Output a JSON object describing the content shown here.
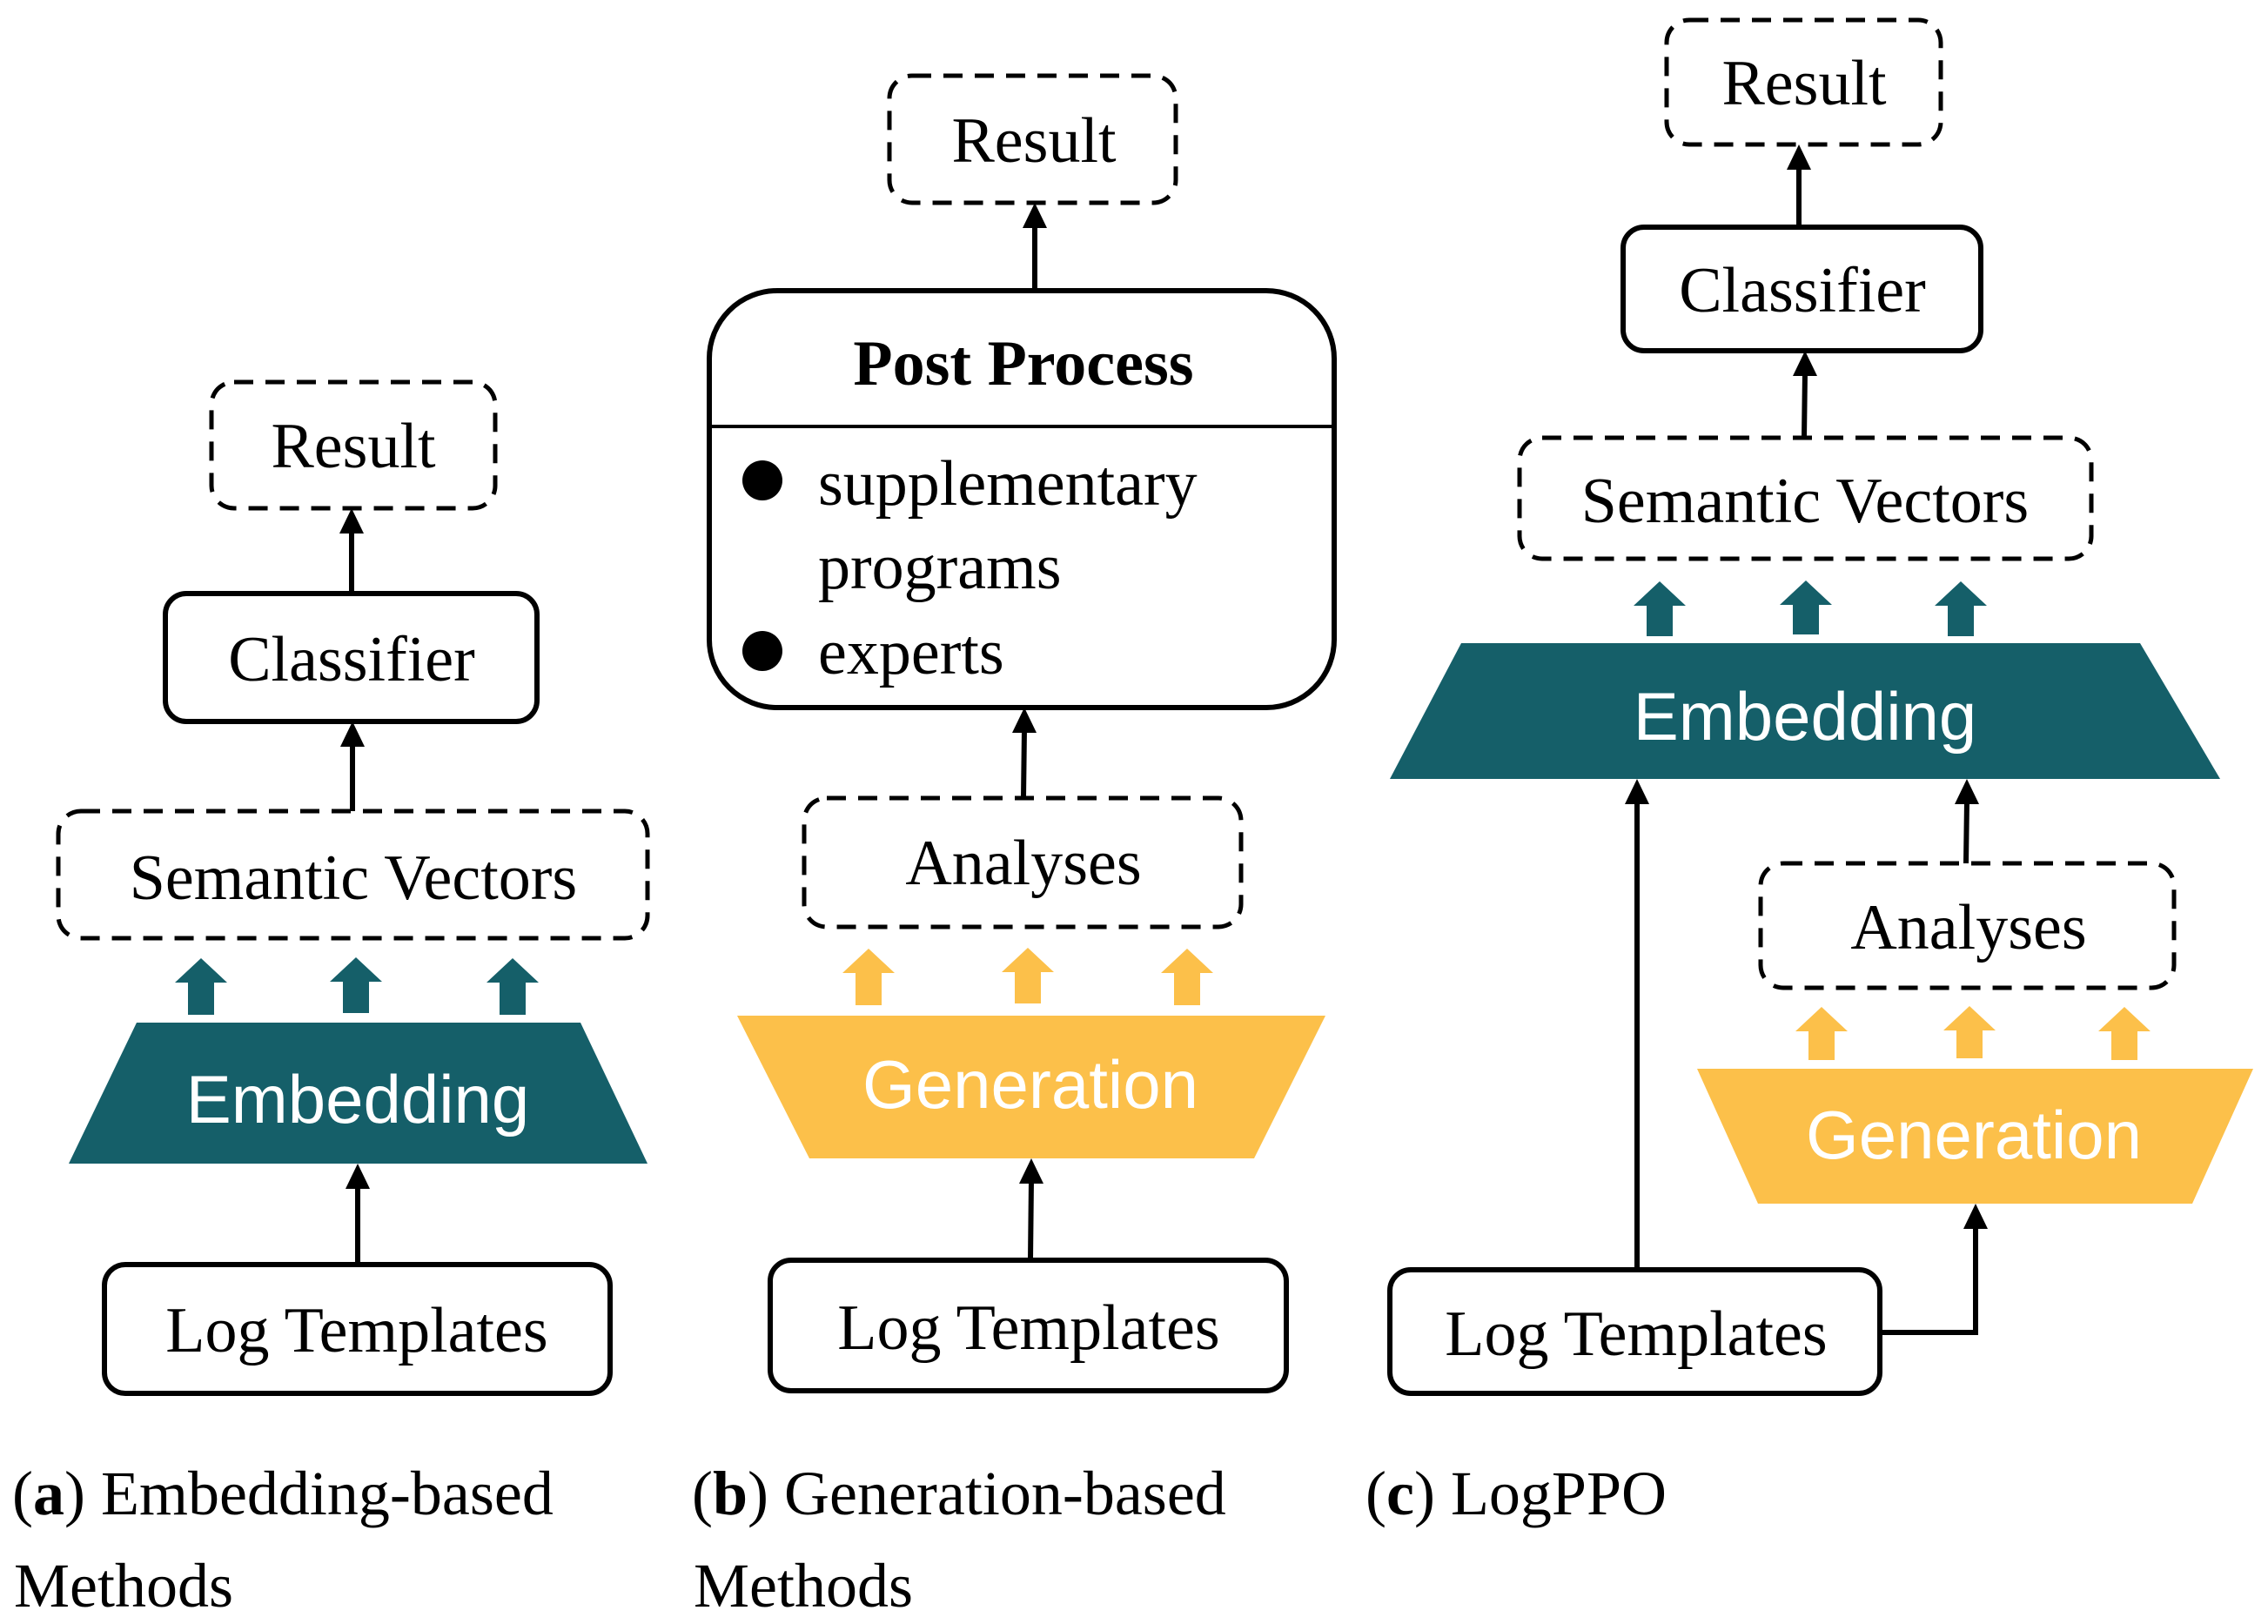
{
  "colors": {
    "embedding": "#155F69",
    "generation": "#FCC04A",
    "stroke": "#000000",
    "trapezoid_text": "#FFFFFF"
  },
  "panels": {
    "a": {
      "result": "Result",
      "classifier": "Classifier",
      "semantic_vectors": "Semantic Vectors",
      "embedding": "Embedding",
      "log_templates": "Log Templates",
      "caption_tag": "a",
      "caption_line1": " Embedding-based",
      "caption_line2": "Methods"
    },
    "b": {
      "result": "Result",
      "post_process_title": "Post Process",
      "post_process_items": [
        "supplementary",
        "programs",
        "experts"
      ],
      "analyses": "Analyses",
      "generation": "Generation",
      "log_templates": "Log Templates",
      "caption_tag": "b",
      "caption_line1": " Generation-based",
      "caption_line2": "Methods"
    },
    "c": {
      "result": "Result",
      "classifier": "Classifier",
      "semantic_vectors": "Semantic Vectors",
      "embedding": "Embedding",
      "analyses": "Analyses",
      "generation": "Generation",
      "log_templates": "Log Templates",
      "caption_tag": "c",
      "caption_line1": " LogPPO"
    }
  }
}
